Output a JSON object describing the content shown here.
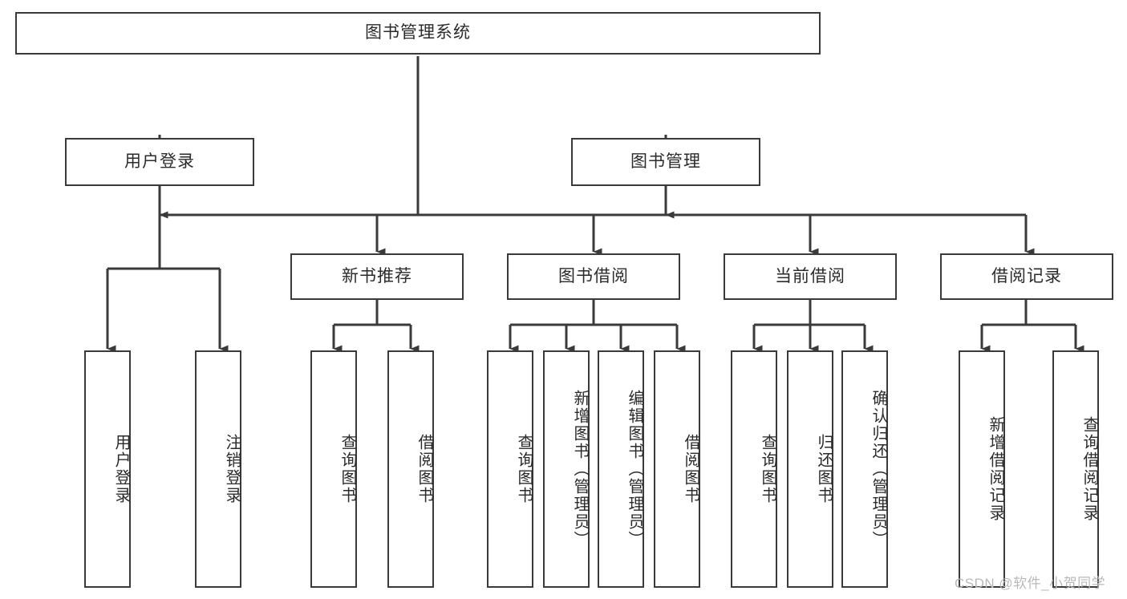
{
  "diagram": {
    "type": "tree",
    "title": "图书管理系统",
    "watermark": "CSDN @软件_小贺同学",
    "colors": {
      "box_border": "#3a3a3a",
      "box_fill": "#ffffff",
      "connector": "#3a3a3a",
      "text": "#2b2b2b",
      "watermark": "#b9b9b9",
      "background": "#ffffff"
    },
    "nodes": {
      "root": {
        "label": "图书管理系统"
      },
      "level1": [
        {
          "id": "user-login",
          "label": "用户登录"
        },
        {
          "id": "book-manage",
          "label": "图书管理"
        }
      ],
      "level2": [
        {
          "id": "new-book-recommend",
          "label": "新书推荐"
        },
        {
          "id": "book-borrow",
          "label": "图书借阅"
        },
        {
          "id": "current-borrow",
          "label": "当前借阅"
        },
        {
          "id": "borrow-record",
          "label": "借阅记录"
        }
      ],
      "leaves": {
        "user-login": [
          {
            "id": "leaf-user-login",
            "label": "用户登录"
          },
          {
            "id": "leaf-logout",
            "label": "注销登录"
          }
        ],
        "new-book-recommend": [
          {
            "id": "leaf-query-book-1",
            "label": "查询图书"
          },
          {
            "id": "leaf-borrow-book-1",
            "label": "借阅图书"
          }
        ],
        "book-borrow": [
          {
            "id": "leaf-query-book-2",
            "label": "查询图书"
          },
          {
            "id": "leaf-add-book",
            "label": "新增图书（管理员）"
          },
          {
            "id": "leaf-edit-book",
            "label": "编辑图书（管理员）"
          },
          {
            "id": "leaf-borrow-book-2",
            "label": "借阅图书"
          }
        ],
        "current-borrow": [
          {
            "id": "leaf-query-book-3",
            "label": "查询图书"
          },
          {
            "id": "leaf-return-book",
            "label": "归还图书"
          },
          {
            "id": "leaf-confirm-return",
            "label": "确认归还（管理员）"
          }
        ],
        "borrow-record": [
          {
            "id": "leaf-add-record",
            "label": "新增借阅记录"
          },
          {
            "id": "leaf-query-record",
            "label": "查询借阅记录"
          }
        ]
      }
    }
  }
}
